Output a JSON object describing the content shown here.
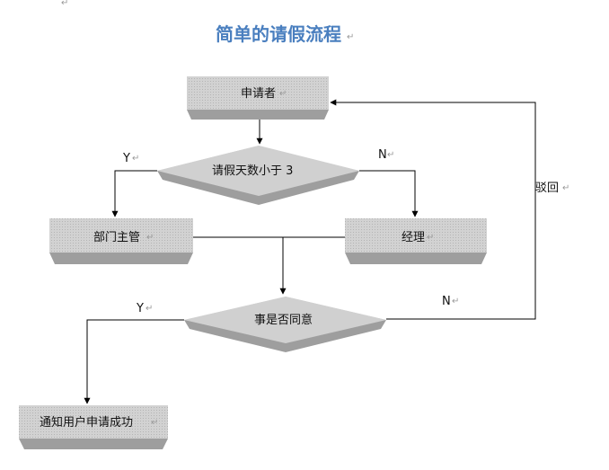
{
  "title": "简单的请假流程",
  "nodes": {
    "applicant": "申请者",
    "days_check": "请假天数小于 3",
    "dept_manager": "部门主管",
    "manager": "经理",
    "approved_check": "事是否同意",
    "notify": "通知用户申请成功"
  },
  "edge_labels": {
    "yes_short": "Y",
    "no_long": "N",
    "yes_approved": "Y",
    "no_rejected": "N",
    "reject": "驳回"
  },
  "colors": {
    "title": "#4a7fbf",
    "node_fill": "#cfcfcf",
    "node_shadow": "#9a9a9a",
    "line": "#000000",
    "paragraph_mark": "#999999"
  }
}
